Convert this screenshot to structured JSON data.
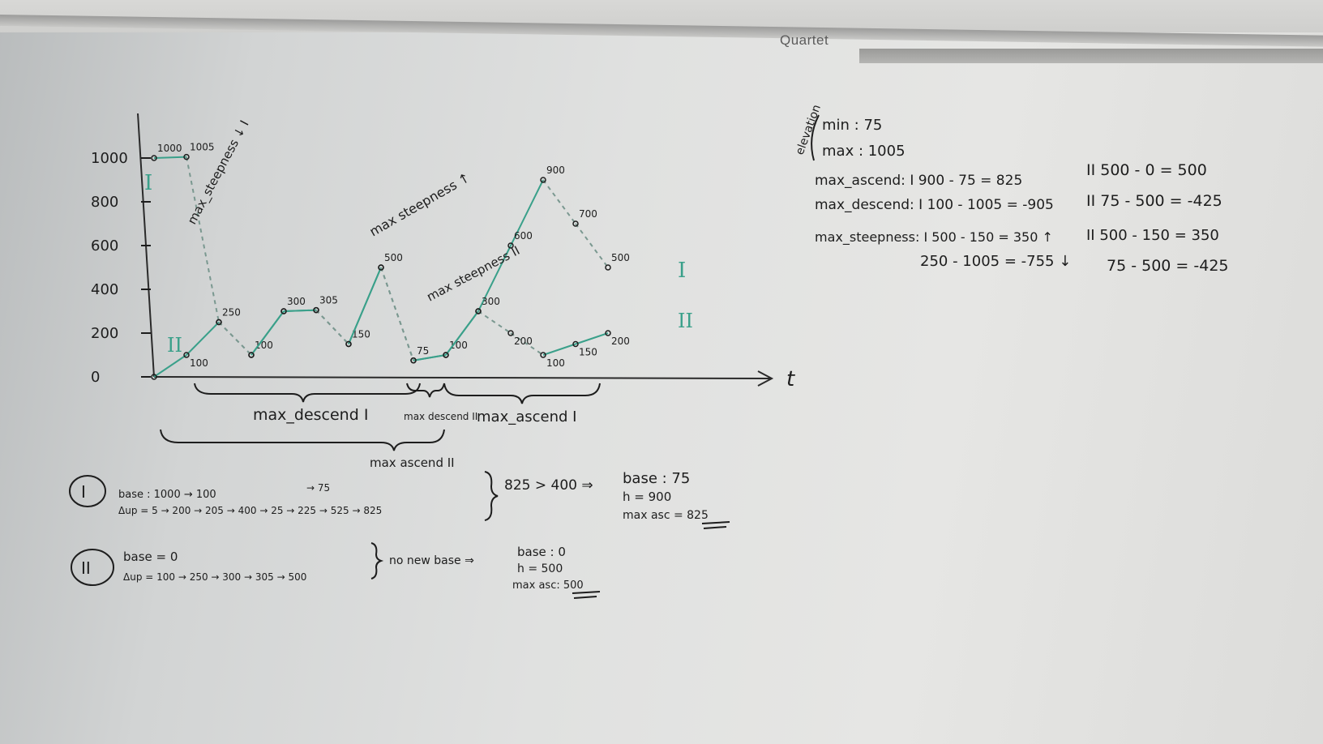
{
  "brand": "Quartet",
  "colors": {
    "ink": "#1d1d1d",
    "green": "#3aa08a"
  },
  "chart_data": {
    "type": "line",
    "x_axis_label": "t",
    "y_ticks": [
      "0",
      "200",
      "400",
      "600",
      "800",
      "1000"
    ],
    "series": [
      {
        "name": "I",
        "values": [
          1000,
          1005,
          250,
          100,
          300,
          305,
          150,
          500,
          75,
          100,
          300,
          600,
          900,
          700,
          500
        ],
        "point_labels": [
          "1000",
          "1005",
          "250",
          "100",
          "300",
          "305",
          "150",
          "500",
          "75",
          "100",
          "300",
          "600",
          "900",
          "700",
          "500"
        ]
      },
      {
        "name": "II",
        "values": [
          0,
          100,
          250,
          100,
          300,
          305,
          150,
          500,
          75,
          100,
          300,
          200,
          100,
          150,
          200
        ],
        "point_labels": [
          "",
          "100",
          "",
          "",
          "",
          "",
          "",
          "",
          "",
          "",
          "",
          "200",
          "100",
          "150",
          "200"
        ]
      }
    ],
    "annotations": [
      "max_steepness ↓ I",
      "max steepness ↑",
      "max steepness II",
      "max_descend I",
      "max descend II",
      "max_ascend I",
      "max ascend II"
    ]
  },
  "notes": {
    "elevation": {
      "label": "elevation",
      "min": "min : 75",
      "max": "max : 1005"
    },
    "rows": [
      {
        "left": "max_ascend: I 900 - 75 = 825",
        "right": "II 500 - 0 = 500"
      },
      {
        "left": "max_descend: I 100 - 1005 = -905",
        "right": "II 75 - 500 = -425"
      },
      {
        "left": "max_steepness: I 500 - 150 = 350 ↑",
        "right": "II 500 - 150 = 350"
      },
      {
        "left": "250 - 1005 = -755 ↓",
        "right": "75 - 500 = -425"
      }
    ]
  },
  "case_I": {
    "marker": "I",
    "base": "base : 1000 → 100",
    "dup_top": "→ 75",
    "dup": "Δup = 5  → 200 → 205 → 400 → 25 → 225 → 525 → 825",
    "compare": "825 > 400 ⇒",
    "result_base": "base : 75",
    "result_h": "h  = 900",
    "result_max": "max asc = 825"
  },
  "case_II": {
    "marker": "II",
    "base": "base = 0",
    "dup": "Δup = 100 → 250 → 300 → 305 → 500",
    "compare": "no new base ⇒",
    "result_base": "base : 0",
    "result_h": "h  = 500",
    "result_max": "max asc: 500"
  }
}
